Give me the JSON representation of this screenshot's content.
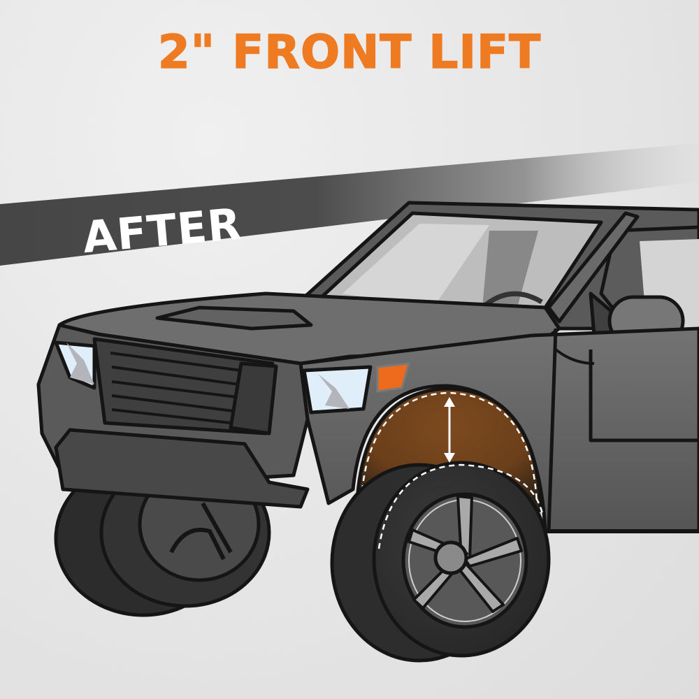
{
  "headline": {
    "text": "2\" FRONT LIFT",
    "color": "#ee7a22"
  },
  "banner": {
    "label": "AFTER",
    "band_color": "#4a4a4a",
    "text_color": "#ffffff"
  },
  "illustration": {
    "subject": "pickup-truck-front-three-quarter",
    "body_color": "#5e5e5e",
    "highlight_color": "#ee6a1c",
    "lift_area_color": "#7a4a1f",
    "lift_indicator": {
      "type": "double-arrow",
      "color": "#ffffff",
      "represents": "2\" lift gap between wheel well and tire"
    }
  },
  "colors": {
    "background": "#ececec",
    "outline": "#151515",
    "tire": "#2e2e2e",
    "glass": "#cfcfcf",
    "headlight": "#dfeef8"
  }
}
